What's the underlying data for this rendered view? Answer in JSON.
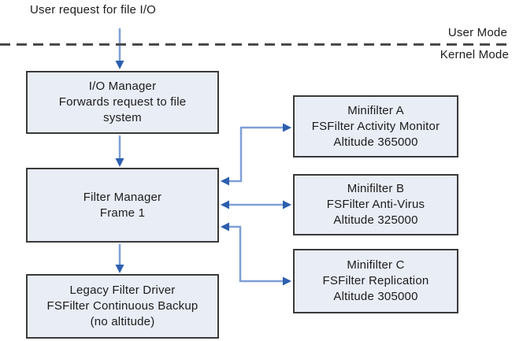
{
  "top_label": "User request for file I/O",
  "mode_labels": {
    "user": "User Mode",
    "kernel": "Kernel Mode"
  },
  "boxes": {
    "io_manager": {
      "title": "I/O Manager",
      "line2": "Forwards request to file system"
    },
    "filter_manager": {
      "title": "Filter Manager",
      "line2": "Frame 1"
    },
    "legacy_filter": {
      "title": "Legacy Filter Driver",
      "line2": "FSFilter Continuous Backup",
      "line3": "(no altitude)"
    },
    "minifilter_a": {
      "title": "Minifilter A",
      "line2": "FSFilter Activity Monitor",
      "line3": "Altitude 365000"
    },
    "minifilter_b": {
      "title": "Minifilter B",
      "line2": "FSFilter Anti-Virus",
      "line3": "Altitude 325000"
    },
    "minifilter_c": {
      "title": "Minifilter C",
      "line2": "FSFilter Replication",
      "line3": "Altitude 305000"
    }
  },
  "connectors": [
    {
      "name": "user-request-arrow",
      "from": "User request for file I/O",
      "to": "I/O Manager",
      "style": "single-arrow-down"
    },
    {
      "name": "io-to-filter-manager-arrow",
      "from": "I/O Manager",
      "to": "Filter Manager Frame 1",
      "style": "single-arrow-down"
    },
    {
      "name": "filter-manager-to-legacy-arrow",
      "from": "Filter Manager Frame 1",
      "to": "Legacy Filter Driver",
      "style": "single-arrow-down"
    },
    {
      "name": "filter-manager-minifilter-a-connector",
      "from": "Filter Manager Frame 1",
      "to": "Minifilter A",
      "style": "double-arrow-elbow"
    },
    {
      "name": "filter-manager-minifilter-b-connector",
      "from": "Filter Manager Frame 1",
      "to": "Minifilter B",
      "style": "double-arrow-straight"
    },
    {
      "name": "filter-manager-minifilter-c-connector",
      "from": "Filter Manager Frame 1",
      "to": "Minifilter C",
      "style": "double-arrow-elbow"
    }
  ],
  "colors": {
    "box_fill": "#e9edf6",
    "box_border": "#3a3a3a",
    "connector_shaft": "#7f9fd6",
    "connector_head": "#2c5fae",
    "divider": "#4a4a4a",
    "text": "#1c1c1c",
    "background": "#ffffff"
  }
}
